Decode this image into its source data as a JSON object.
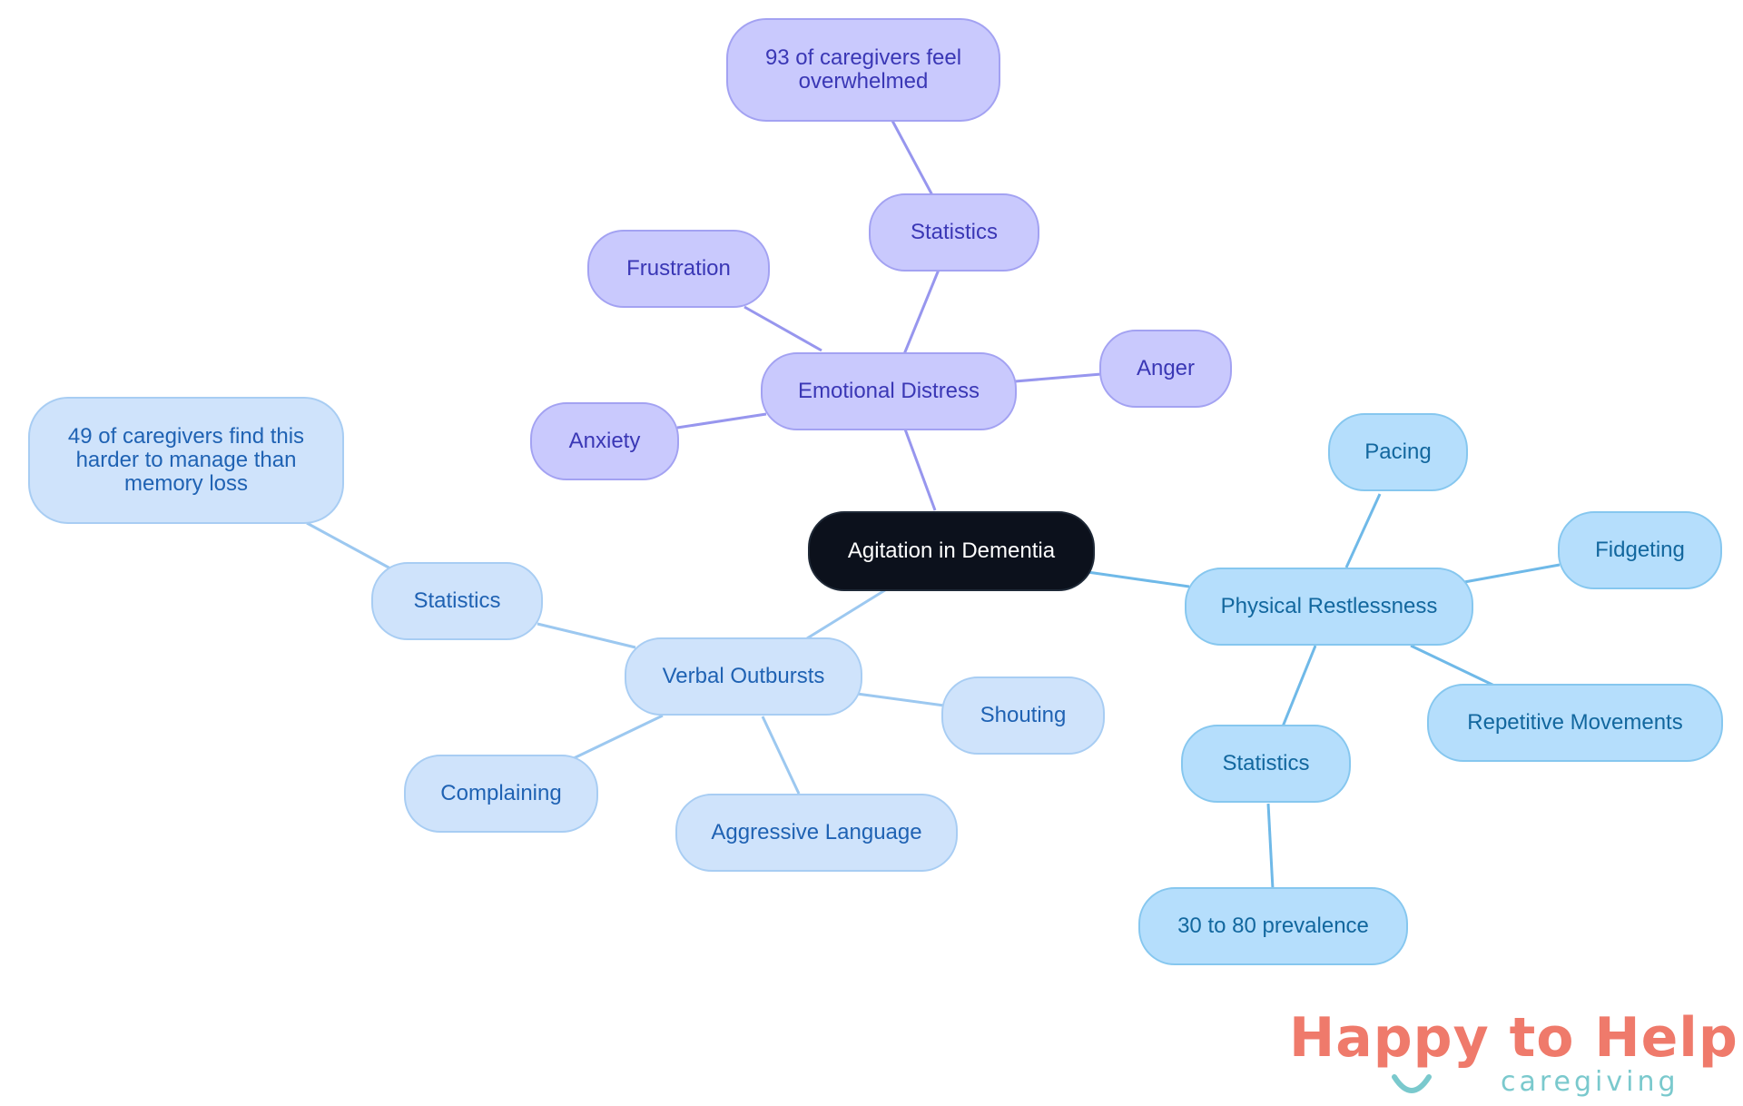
{
  "mindmap": {
    "root": "Agitation in Dementia",
    "emotional_distress": {
      "label": "Emotional Distress",
      "statistics": "Statistics",
      "statistic_detail": "93 of caregivers feel overwhelmed",
      "frustration": "Frustration",
      "anxiety": "Anxiety",
      "anger": "Anger"
    },
    "verbal_outbursts": {
      "label": "Verbal Outbursts",
      "statistics": "Statistics",
      "statistic_detail": "49 of caregivers find this harder to manage than memory loss",
      "shouting": "Shouting",
      "complaining": "Complaining",
      "aggressive_language": "Aggressive Language"
    },
    "physical_restlessness": {
      "label": "Physical Restlessness",
      "pacing": "Pacing",
      "fidgeting": "Fidgeting",
      "repetitive_movements": "Repetitive Movements",
      "statistics": "Statistics",
      "statistic_detail": "30 to 80 prevalence"
    }
  },
  "branding": {
    "title": "Happy to Help",
    "subtitle": "caregiving"
  },
  "colors": {
    "root": "#0c111c",
    "emotional_branch": "#c9c9fd",
    "emotional_edge": "#9796ee",
    "verbal_branch": "#cfe3fb",
    "verbal_edge": "#9cc8f0",
    "physical_branch": "#b5defc",
    "physical_edge": "#6fb9e8",
    "logo_coral": "#ef7a6b",
    "logo_teal": "#7ac9cd"
  }
}
